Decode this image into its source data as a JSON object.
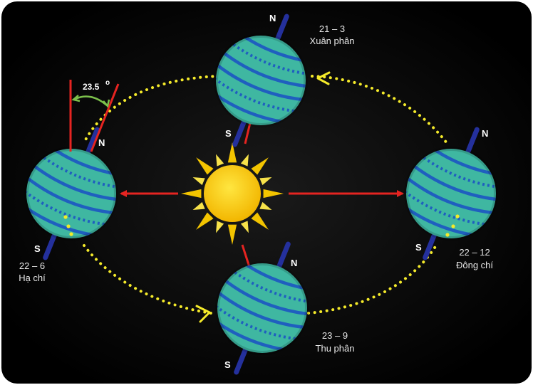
{
  "pole_north": "N",
  "pole_south": "S",
  "axial_tilt": {
    "value": "23.5",
    "unit": "o"
  },
  "positions": {
    "spring": {
      "date": "21 – 3",
      "name": "Xuân phân"
    },
    "summer": {
      "date": "22 – 6",
      "name": "Hạ chí"
    },
    "autumn": {
      "date": "23 – 9",
      "name": "Thu phân"
    },
    "winter": {
      "date": "22 – 12",
      "name": "Đông chí"
    }
  },
  "colors": {
    "background": "#000000",
    "earth": "#3fb7a1",
    "latitude_lines": "#1f5fbf",
    "axis": "#24309c",
    "orbit": "#f4ea2a",
    "sun": "#f6d200",
    "sun_rays": "#f3c400",
    "sunlight_arrows": "#e52421",
    "tilt_arc": "#7cc04b"
  }
}
